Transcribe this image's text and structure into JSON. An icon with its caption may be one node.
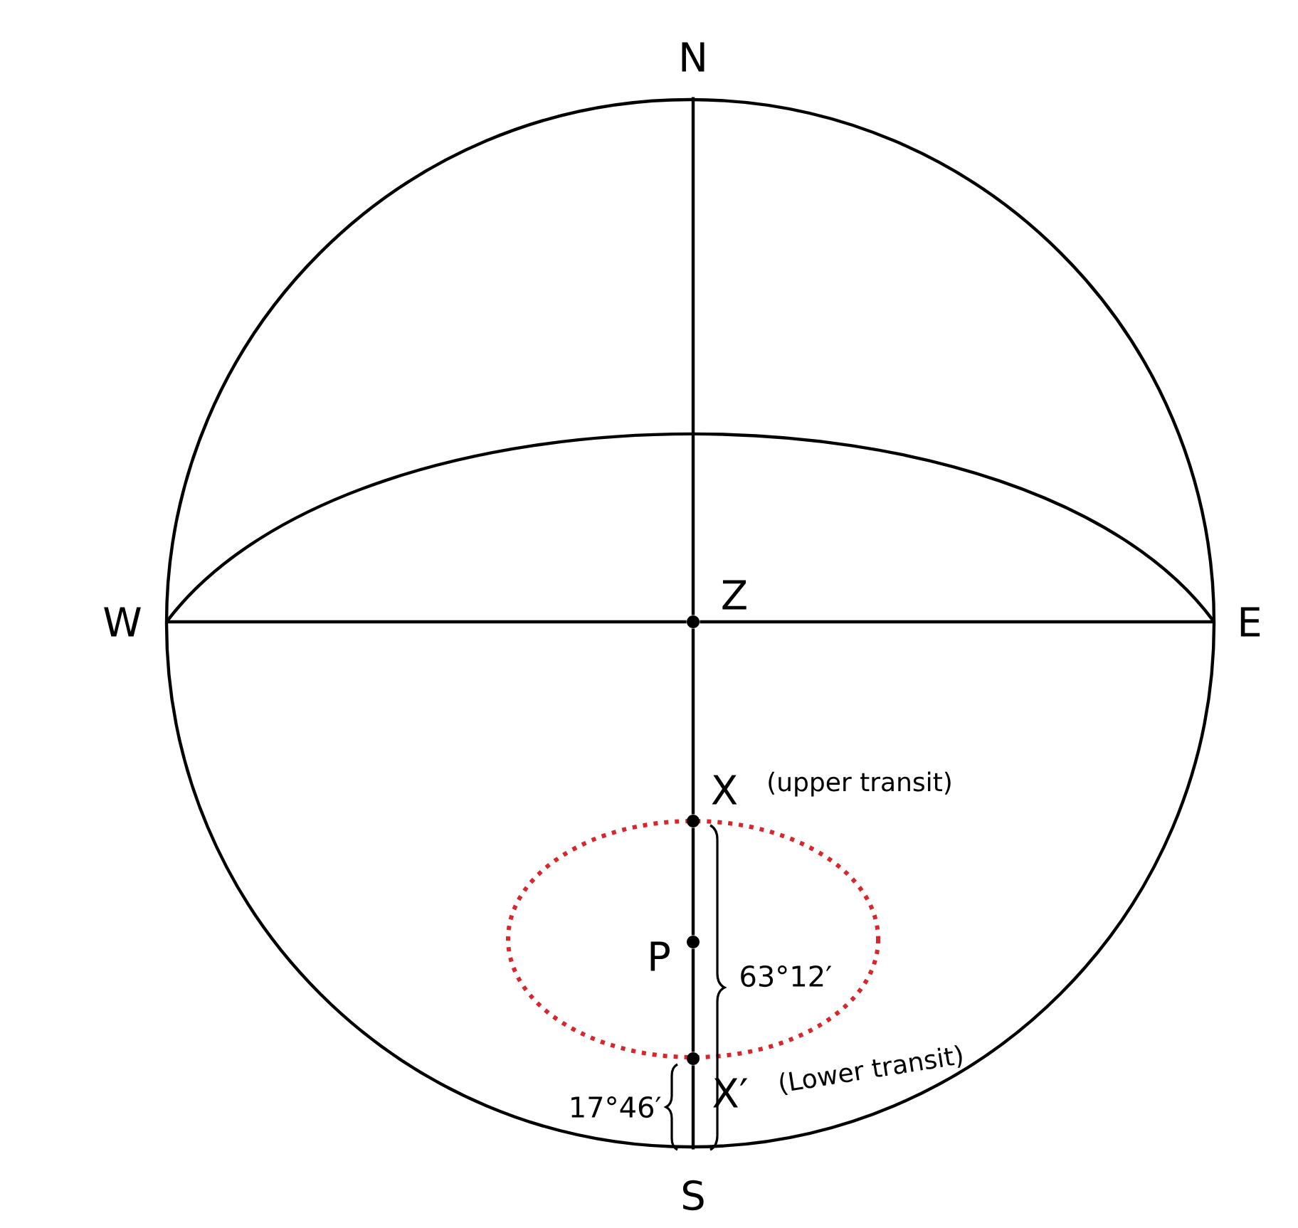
{
  "diagram": {
    "nodes": [
      {
        "text": [
          "N"
        ]
      },
      {
        "text": [
          "W"
        ]
      },
      {
        "text": [
          "Z"
        ]
      },
      {
        "text": [
          "E"
        ]
      },
      {
        "text": [
          "X"
        ],
        "beside": [
          "(upper transit)"
        ]
      },
      {
        "text": [
          "P"
        ]
      },
      {
        "text": [
          "X′"
        ],
        "beside": [
          "(Lower transit)"
        ]
      },
      {
        "text": [
          "S"
        ]
      }
    ],
    "edges": [
      {
        "from": 0,
        "to": 2,
        "arrow": "none"
      },
      {
        "from": 1,
        "to": 2,
        "arrow": "none"
      },
      {
        "from": 2,
        "to": 3,
        "arrow": "none"
      },
      {
        "from": 1,
        "to": 3,
        "arrow": "none"
      },
      {
        "from": 2,
        "to": 4,
        "arrow": "none"
      },
      {
        "from": 4,
        "to": 5,
        "arrow": "none"
      },
      {
        "from": 5,
        "to": 6,
        "arrow": "none"
      },
      {
        "from": 6,
        "to": 7,
        "arrow": "none"
      }
    ],
    "labels": [
      "63°12′",
      "17°46′"
    ]
  }
}
